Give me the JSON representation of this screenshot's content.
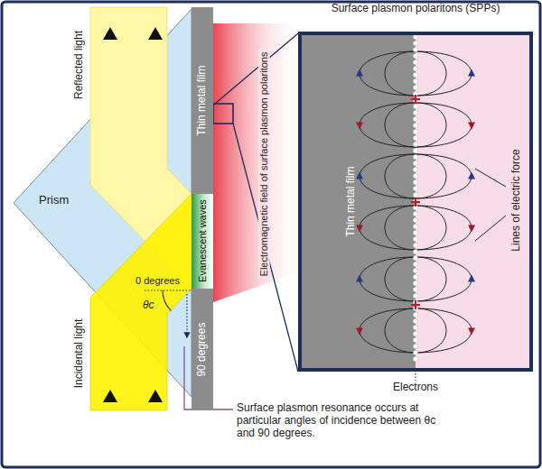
{
  "diagram": {
    "nodes": [
      {
        "text": [
          "Prism"
        ]
      },
      {
        "text": [
          "Thin metal film"
        ]
      },
      {
        "text": [
          "Evanescent waves"
        ]
      },
      {
        "text": [
          "90 degrees"
        ]
      },
      {
        "text": [
          "Surface plasmon polaritons (SPPs)"
        ]
      },
      {
        "text": [
          "Thin metal film"
        ],
        "in": 4
      }
    ],
    "edges": [
      {
        "from": 1,
        "to": 4,
        "arrow": "none"
      }
    ],
    "labels": [
      "Reflected light",
      "Electromagnetic field of surface plasmon polaritons",
      "Lines of electric force",
      "0 degrees",
      "θc",
      "Incidental light",
      "Electrons",
      "Surface plasmon resonance occurs at particular angles of incidence between θc and 90 degrees."
    ]
  }
}
